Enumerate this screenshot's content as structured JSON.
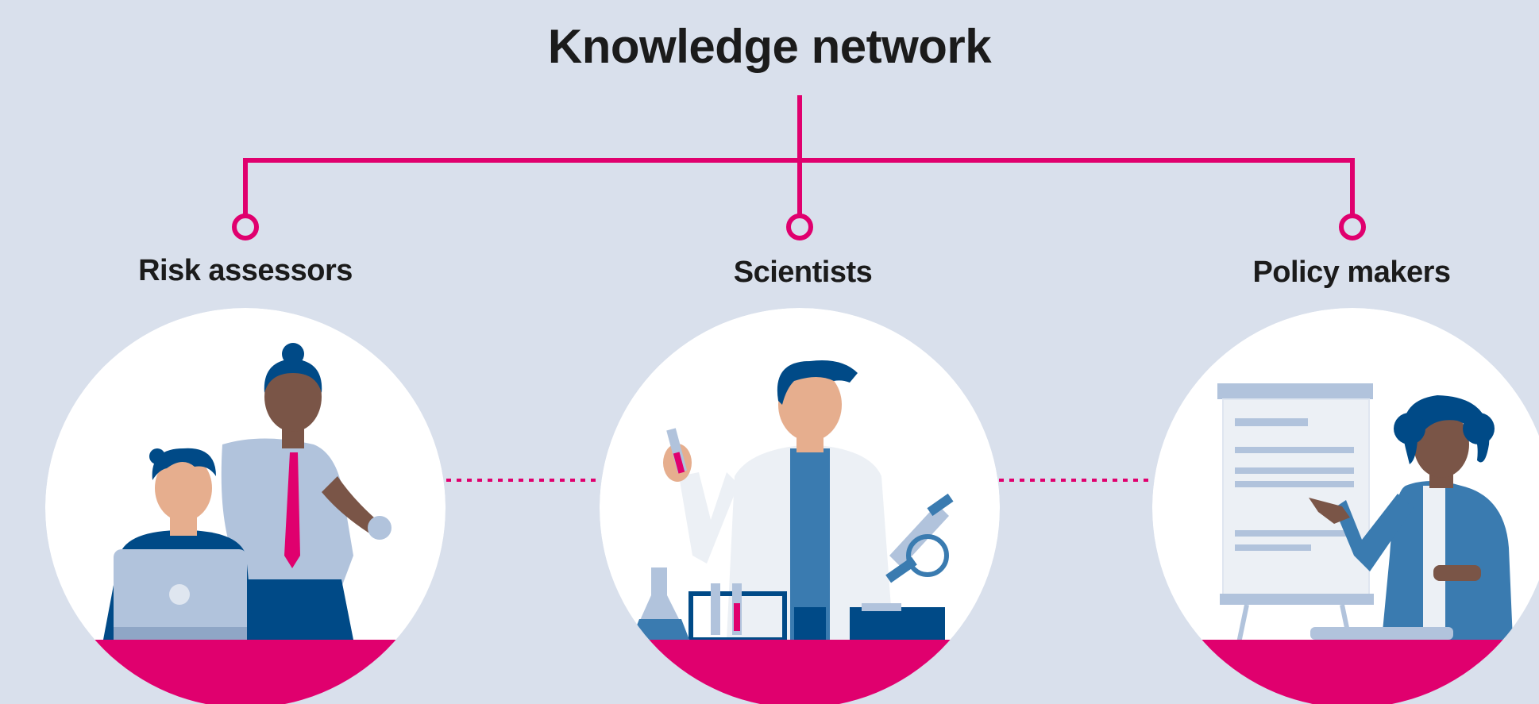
{
  "diagram": {
    "title": "Knowledge network",
    "nodes": [
      {
        "id": "risk-assessors",
        "label": "Risk assessors"
      },
      {
        "id": "scientists",
        "label": "Scientists"
      },
      {
        "id": "policy-makers",
        "label": "Policy makers"
      }
    ],
    "edges": [
      {
        "from": "title",
        "to": "risk-assessors",
        "style": "solid"
      },
      {
        "from": "title",
        "to": "scientists",
        "style": "solid"
      },
      {
        "from": "title",
        "to": "policy-makers",
        "style": "solid"
      },
      {
        "from": "risk-assessors",
        "to": "scientists",
        "style": "dotted"
      },
      {
        "from": "scientists",
        "to": "policy-makers",
        "style": "dotted"
      }
    ]
  },
  "colors": {
    "background": "#d9e0ec",
    "accent": "#e0006e",
    "circle": "#ffffff",
    "navy": "#004a87",
    "blue": "#3a7bb0",
    "light_blue": "#b1c3dc",
    "skin_light": "#e6ae8e",
    "skin_dark": "#7a5547"
  }
}
